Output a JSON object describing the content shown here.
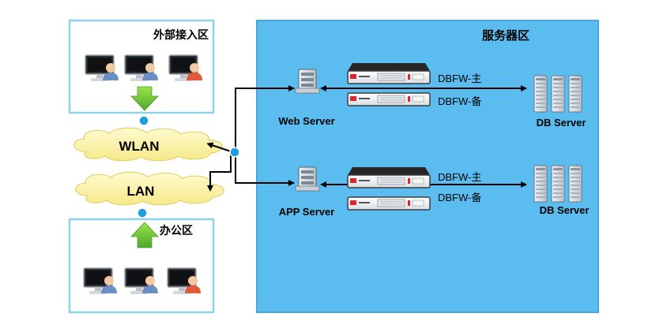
{
  "zones": {
    "external": "外部接入区",
    "office": "办公区",
    "services": "服务器区"
  },
  "networks": {
    "wlan": "WLAN",
    "lan": "LAN"
  },
  "servers": {
    "web": "Web Server",
    "app": "APP Server",
    "db_top": "DB Server",
    "db_bottom": "DB Server"
  },
  "firewalls": {
    "top_primary": "DBFW-主",
    "top_backup": "DBFW-备",
    "bottom_primary": "DBFW-主",
    "bottom_backup": "DBFW-备"
  },
  "colors": {
    "server_zone": "#5bbcf0",
    "server_zone_border": "#4aa6dc",
    "client_zone_border": "#8fd3e8",
    "cloud": "#fbf3a6",
    "arrow_green": "#6fcf37",
    "connector_dot": "#1c9fe2"
  }
}
